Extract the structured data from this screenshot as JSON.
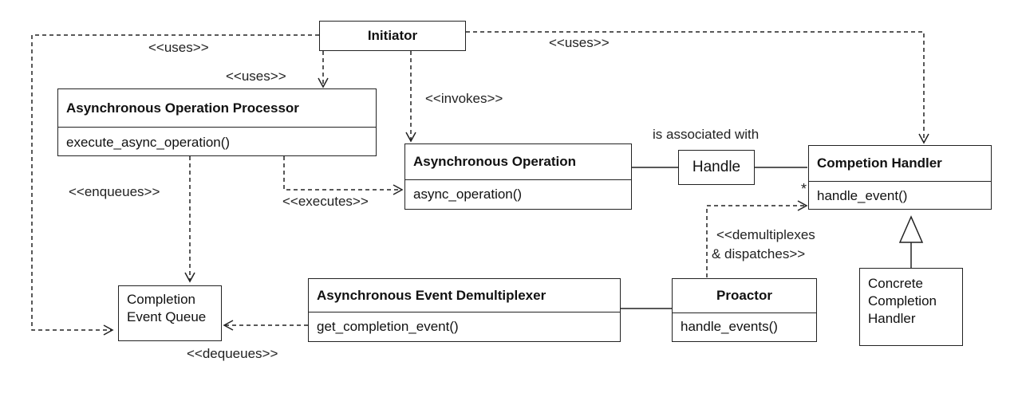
{
  "classes": {
    "initiator": {
      "name": "Initiator"
    },
    "async_op_processor": {
      "name": "Asynchronous Operation Processor",
      "operation": "execute_async_operation()"
    },
    "async_operation": {
      "name": "Asynchronous Operation",
      "operation": "async_operation()"
    },
    "completion_handler": {
      "name": "Competion Handler",
      "operation": "handle_event()"
    },
    "async_event_demux": {
      "name": "Asynchronous Event Demultiplexer",
      "operation": "get_completion_event()"
    },
    "proactor": {
      "name": "Proactor",
      "operation": "handle_events()"
    },
    "handle": {
      "name": "Handle"
    },
    "completion_event_queue": {
      "line1": "Completion",
      "line2": "Event Queue"
    },
    "concrete_completion_handler": {
      "line1": "Concrete",
      "line2": "Completion",
      "line3": "Handler"
    }
  },
  "relations": {
    "uses_left": "<<uses>>",
    "uses_processor": "<<uses>>",
    "uses_right": "<<uses>>",
    "invokes": "<<invokes>>",
    "enqueues": "<<enqueues>>",
    "executes": "<<executes>>",
    "associated": "is associated with",
    "demux_dispatch_1": "<<demultiplexes",
    "demux_dispatch_2": "& dispatches>>",
    "dequeues": "<<dequeues>>",
    "multiplicity": "*"
  }
}
